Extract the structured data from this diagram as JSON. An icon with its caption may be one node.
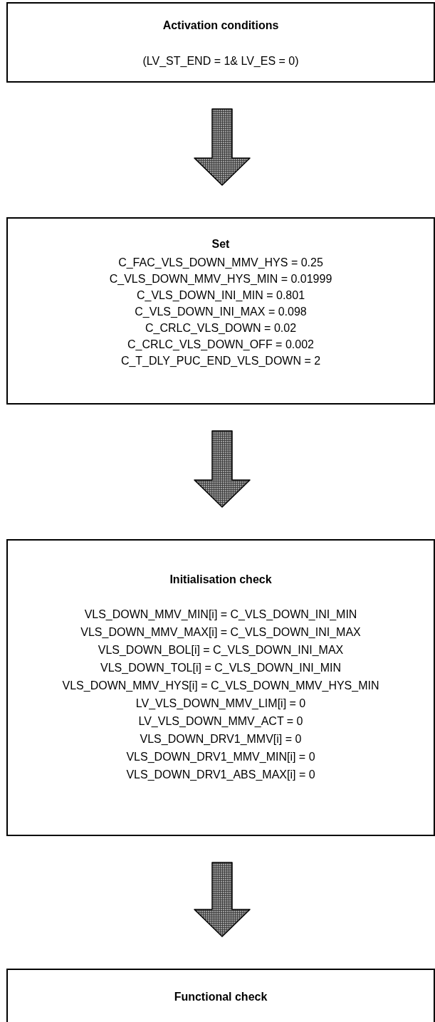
{
  "diagram": {
    "nodes": [
      {
        "text": [
          "Activation conditions",
          "(LV_ST_END = 1& LV_ES = 0)"
        ]
      },
      {
        "text": [
          "Set",
          "C_FAC_VLS_DOWN_MMV_HYS = 0.25",
          "C_VLS_DOWN_MMV_HYS_MIN = 0.01999",
          "C_VLS_DOWN_INI_MIN = 0.801",
          "C_VLS_DOWN_INI_MAX = 0.098",
          "C_CRLC_VLS_DOWN = 0.02",
          "C_CRLC_VLS_DOWN_OFF = 0.002",
          "C_T_DLY_PUC_END_VLS_DOWN = 2"
        ]
      },
      {
        "text": [
          "Initialisation check",
          "VLS_DOWN_MMV_MIN[i] = C_VLS_DOWN_INI_MIN",
          "VLS_DOWN_MMV_MAX[i] = C_VLS_DOWN_INI_MAX",
          "VLS_DOWN_BOL[i] = C_VLS_DOWN_INI_MAX",
          "VLS_DOWN_TOL[i] = C_VLS_DOWN_INI_MIN",
          "VLS_DOWN_MMV_HYS[i] = C_VLS_DOWN_MMV_HYS_MIN",
          "LV_VLS_DOWN_MMV_LIM[i] = 0",
          "LV_VLS_DOWN_MMV_ACT = 0",
          "VLS_DOWN_DRV1_MMV[i] = 0",
          "VLS_DOWN_DRV1_MMV_MIN[i] = 0",
          "VLS_DOWN_DRV1_ABS_MAX[i] = 0"
        ]
      },
      {
        "text": [
          "Functional check"
        ]
      }
    ],
    "edges": [
      {
        "from": 0,
        "to": 1,
        "arrow": "to"
      },
      {
        "from": 1,
        "to": 2,
        "arrow": "to"
      },
      {
        "from": 2,
        "to": 3,
        "arrow": "to"
      }
    ]
  }
}
